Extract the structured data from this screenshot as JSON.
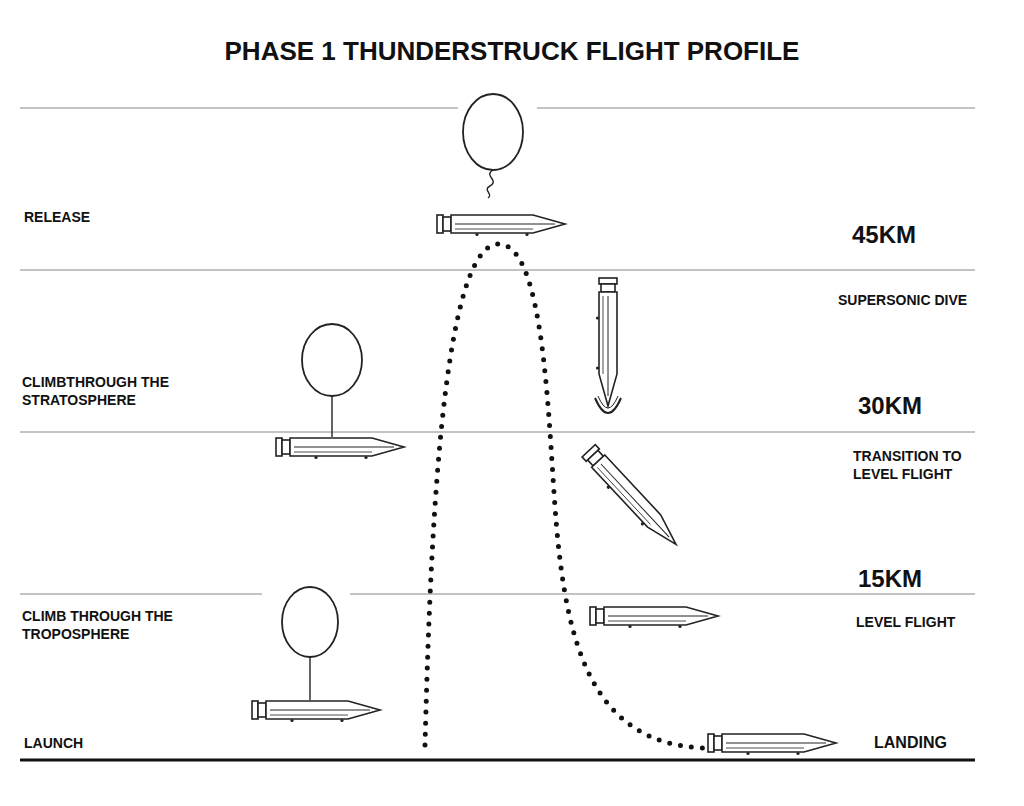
{
  "diagram": {
    "title": "PHASE 1 THUNDERSTRUCK FLIGHT PROFILE",
    "labels": [
      "RELEASE",
      "45KM",
      "SUPERSONIC DIVE",
      "CLIMBTHROUGH THE STRATOSPHERE",
      "30KM",
      "TRANSITION TO LEVEL FLIGHT",
      "15KM",
      "CLIMB THROUGH THE TROPOSPHERE",
      "LEVEL FLIGHT",
      "LAUNCH",
      "LANDING"
    ]
  }
}
